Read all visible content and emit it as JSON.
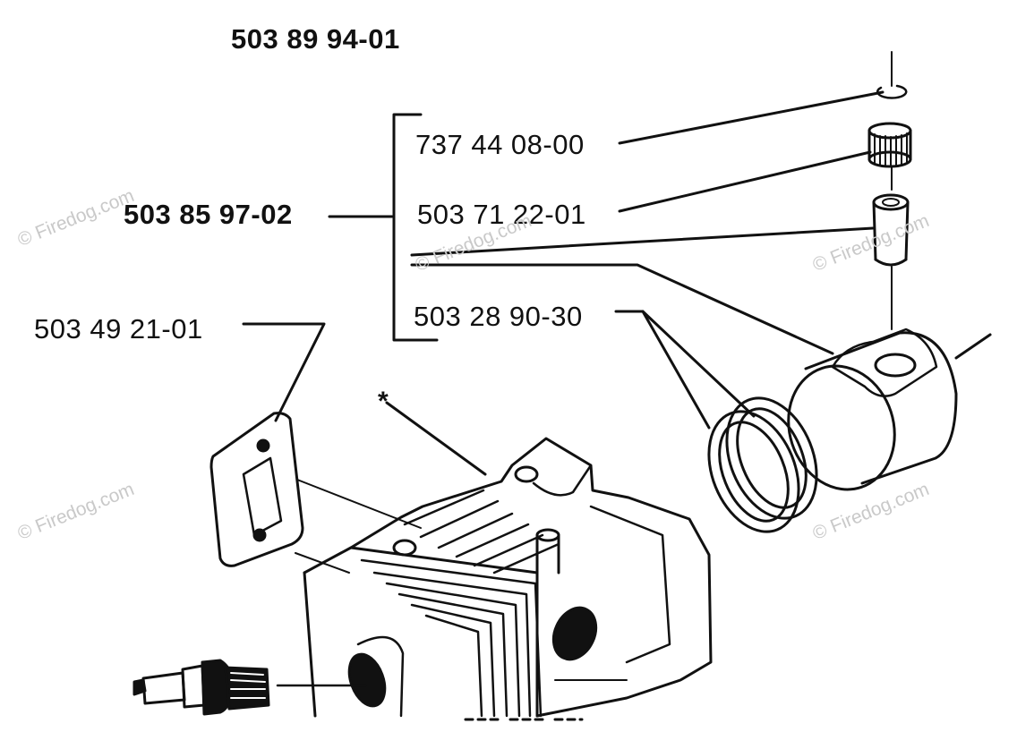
{
  "diagram": {
    "part_numbers": {
      "top_kit": "503 89 94-01",
      "piston_assembly": "503 85 97-02",
      "retaining_ring": "737 44 08-00",
      "needle_bearing": "503 71 22-01",
      "piston_ring": "503 28 90-30",
      "gasket": "503 49 21-01"
    },
    "asterisk": "*",
    "watermark": "© Firedog.com"
  }
}
